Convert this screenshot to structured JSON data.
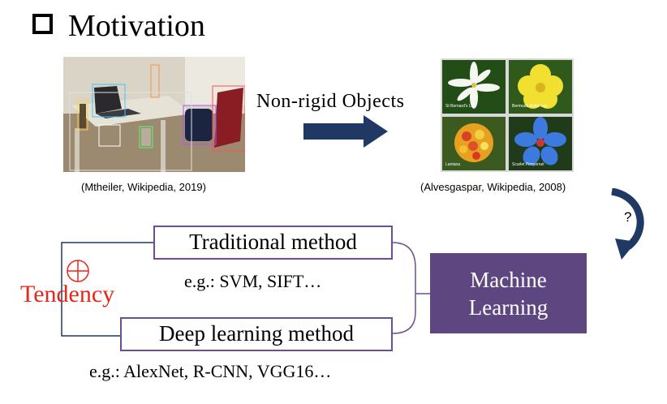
{
  "slide": {
    "title": "Motivation",
    "left_caption": "(Mtheiler, Wikipedia, 2019)",
    "right_caption": "(Alvesgaspar, Wikipedia, 2008)",
    "arrow_label": "Non-rigid Objects",
    "question_mark": "?",
    "traditional_method": "Traditional method",
    "traditional_examples": "e.g.: SVM, SIFT…",
    "deep_method": "Deep learning method",
    "deep_examples": "e.g.: AlexNet, R-CNN, VGG16…",
    "machine_learning_line1": "Machine",
    "machine_learning_line2": "Learning",
    "tendency_label": "Tendency",
    "flower_labels": [
      "St Bernard's Lily",
      "Bermuda Buttercup",
      "Lantana",
      "Scarlet Pimpernel"
    ]
  },
  "colors": {
    "box_border": "#6c4f8e",
    "ml_fill": "#5e4780",
    "arrow_navy": "#1f3864",
    "tendency_red": "#e8261b",
    "bracket_line": "#1f3864"
  }
}
